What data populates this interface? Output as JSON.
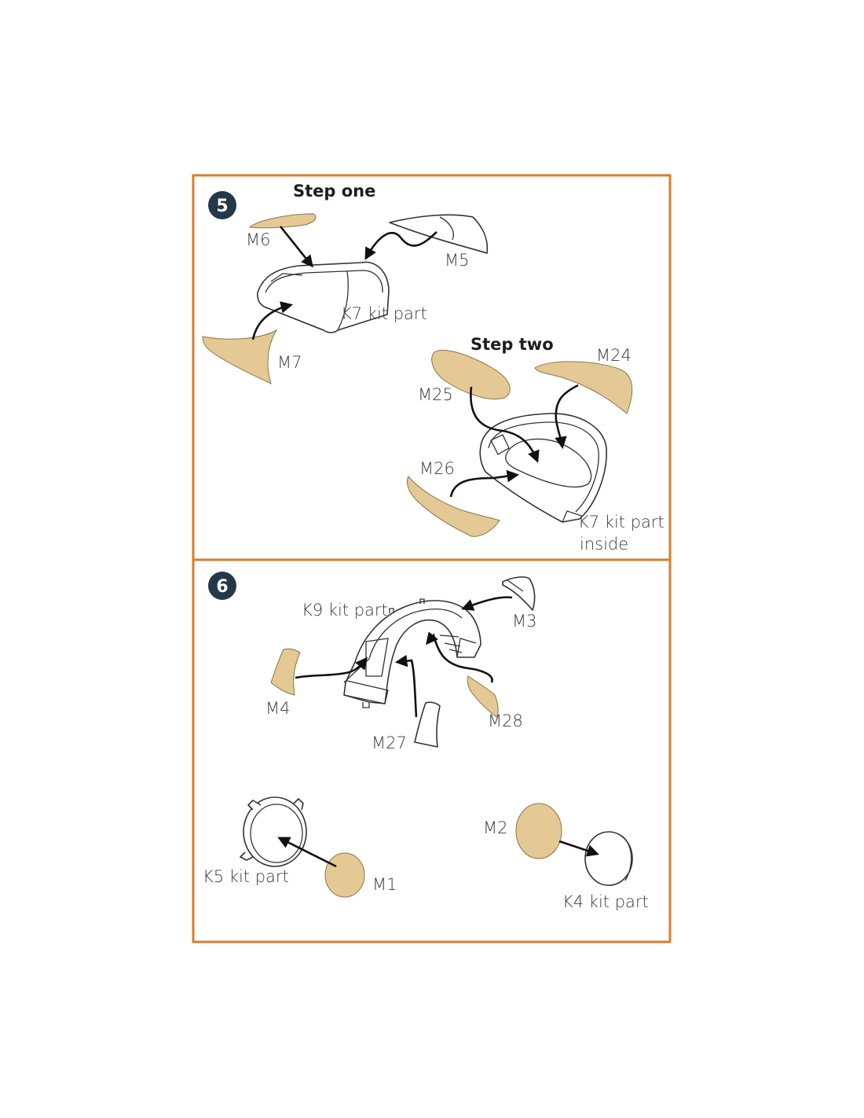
{
  "colors": {
    "frame": "#d97c2f",
    "mask_fill": "#e4c995",
    "badge": "#243848",
    "arrow": "#111111"
  },
  "panel5": {
    "badge": "5",
    "step_one": "Step one",
    "step_two": "Step two",
    "labels": {
      "m6": "M6",
      "m5": "M5",
      "k7": "K7 kit part",
      "m7": "M7",
      "m24": "M24",
      "m25": "M25",
      "m26": "M26",
      "k7_inside_1": "K7 kit part",
      "k7_inside_2": "inside"
    }
  },
  "panel6": {
    "badge": "6",
    "labels": {
      "k9": "K9 kit part",
      "m3": "M3",
      "m4": "M4",
      "m27": "M27",
      "m28": "M28",
      "k5": "K5 kit part",
      "m1": "M1",
      "m2": "M2",
      "k4": "K4 kit part"
    }
  }
}
